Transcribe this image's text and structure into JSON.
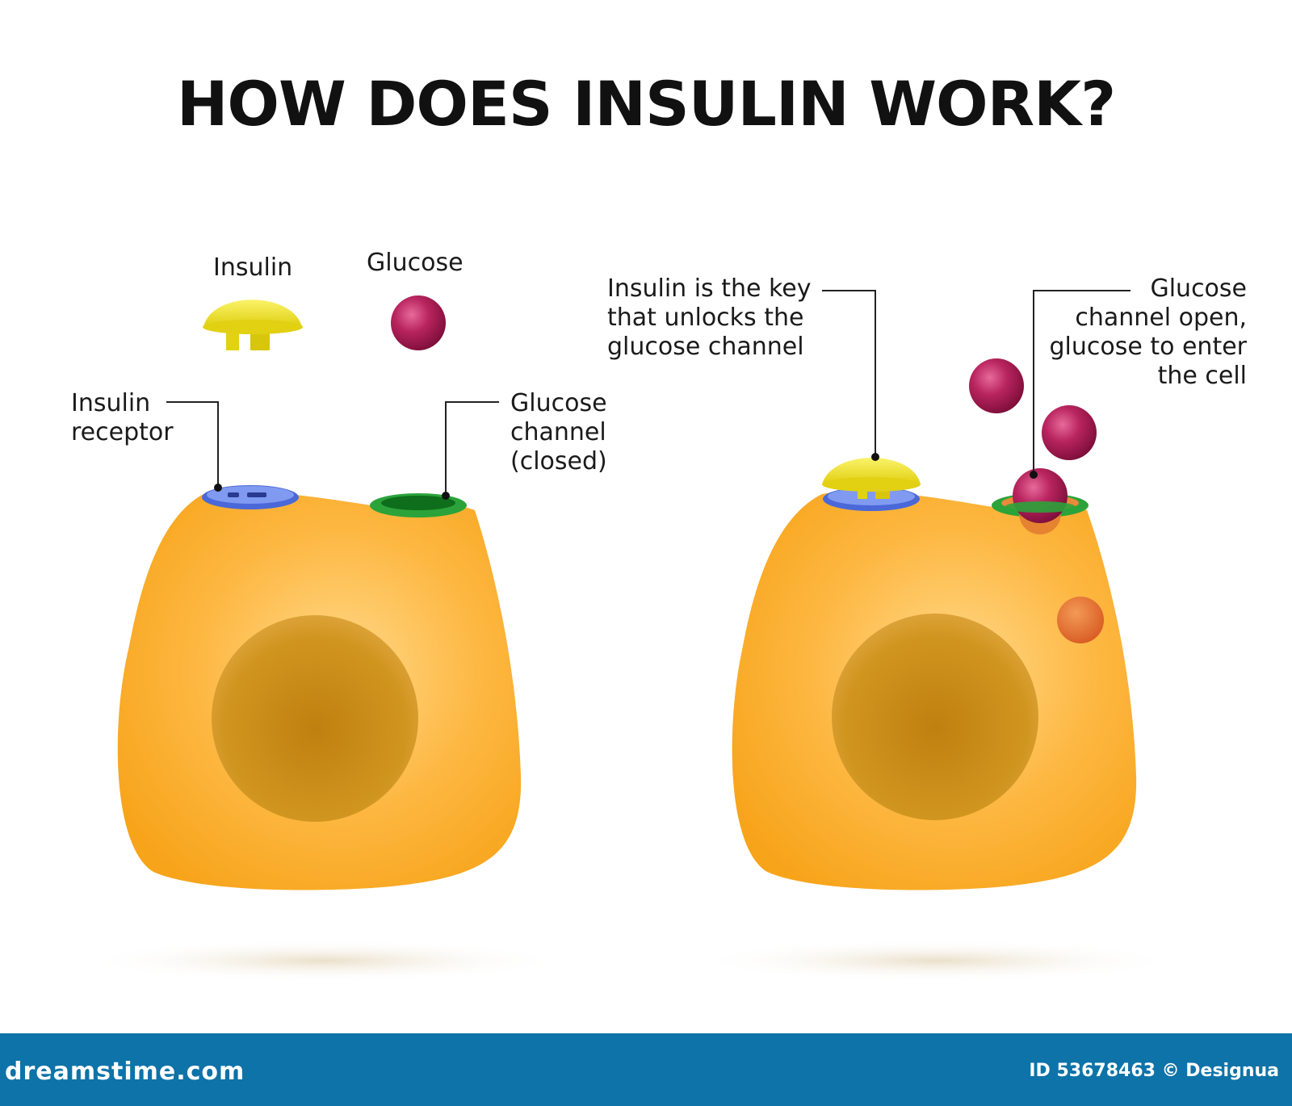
{
  "title": "HOW DOES INSULIN WORK?",
  "legend": {
    "insulin": "Insulin",
    "glucose": "Glucose"
  },
  "left_cell": {
    "receptor_label": [
      "Insulin",
      "receptor"
    ],
    "channel_label": [
      "Glucose",
      "channel",
      "(closed)"
    ]
  },
  "right_cell": {
    "key_label": [
      "Insulin is the key",
      "that unlocks the",
      "glucose channel"
    ],
    "open_label": [
      "Glucose",
      "channel open,",
      "glucose to enter",
      "the cell"
    ]
  },
  "footer": {
    "brand": "dreamstime.com",
    "credit": "ID 53678463 © Designua"
  },
  "colors": {
    "cell": "#f9a825",
    "cell_light": "#ffcc70",
    "nucleus": "#c98a1a",
    "insulin": "#f0e022",
    "glucose": "#b0225a",
    "receptor": "#5b7de0",
    "channel": "#1f9a2e",
    "footer": "#0d73a8"
  }
}
